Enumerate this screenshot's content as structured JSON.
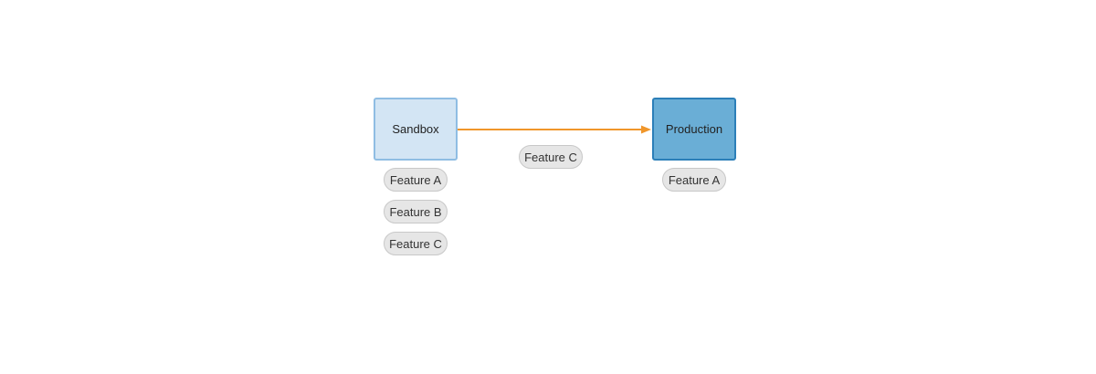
{
  "diagram": {
    "source_node": {
      "label": "Sandbox"
    },
    "target_node": {
      "label": "Production"
    },
    "edge": {
      "label": "Feature C",
      "color": "#f0962a"
    },
    "source_features": [
      "Feature A",
      "Feature B",
      "Feature C"
    ],
    "target_features": [
      "Feature A"
    ]
  },
  "colors": {
    "sandbox_fill": "#d3e5f4",
    "sandbox_border": "#8fbde3",
    "production_fill": "#6aaed6",
    "production_border": "#2c7fb8",
    "pill_fill": "#e6e6e6",
    "pill_border": "#c8c8c8"
  }
}
